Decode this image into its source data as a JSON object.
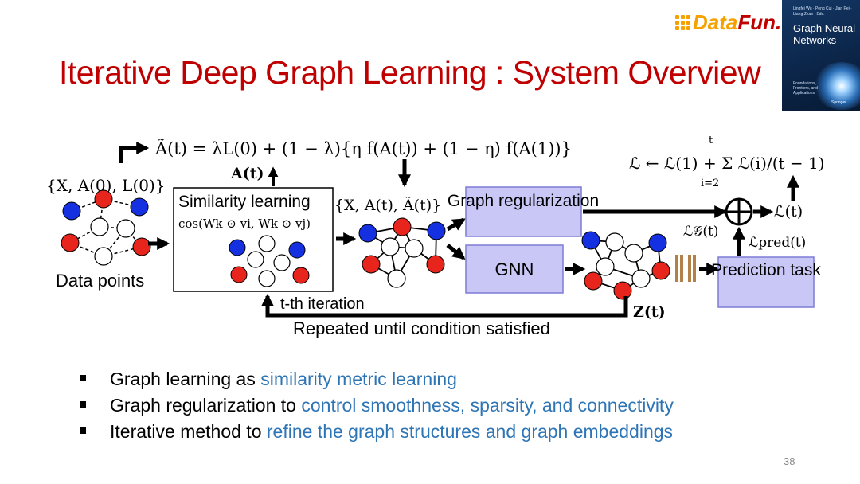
{
  "slide": {
    "title": "Iterative Deep Graph Learning : System Overview",
    "page_number": "38",
    "colors": {
      "title": "#c00000",
      "highlight": "#2e75b6",
      "box_fill": "#c9c7f5",
      "node_red": "#e8251c",
      "node_blue": "#1530e0"
    }
  },
  "logo": {
    "brand_part1": "Data",
    "brand_part2": "Fun."
  },
  "book": {
    "authors": "Lingfei Wu · Peng Cui · Jian Pei · Liang Zhao · Eds.",
    "title": "Graph Neural Networks",
    "subtitle": "Foundations, Frontiers, and Applications",
    "publisher": "Springer"
  },
  "diagram": {
    "top_formula": "Ã(t) = λL(0) + (1 − λ){η f(A(t)) + (1 − η) f(A(1))}",
    "loss_formula": "ℒ ← ℒ(1) + Σ ℒ(i)/(t − 1)",
    "sum_upper": "t",
    "sum_lower": "i=2",
    "input_set": "{X, A(0), L(0)}",
    "data_points_label": "Data points",
    "a_t_label": "A(t)",
    "similarity_label": "Similarity learning",
    "cos_formula": "cos(Wk ⊙ vi, Wk ⊙ vj)",
    "graph_set": "{X, A(t), Ã(t)}",
    "graph_reg_label": "Graph regularization",
    "gnn_label": "GNN",
    "prediction_label": "Prediction task",
    "z_label": "Z(t)",
    "iteration_label": "t-th iteration",
    "repeat_label": "Repeated until condition satisfied",
    "loss_t_label": "ℒ(t)",
    "loss_g_label": "ℒ𝒢(t)",
    "loss_pred_label": "ℒpred(t)",
    "oplus_label": "⊕"
  },
  "bullets": [
    {
      "plain": "Graph learning as ",
      "highlight": "similarity metric learning"
    },
    {
      "plain": "Graph regularization to ",
      "highlight": "control smoothness, sparsity, and connectivity"
    },
    {
      "plain": "Iterative method to ",
      "highlight": "refine the graph structures and graph embeddings"
    }
  ]
}
